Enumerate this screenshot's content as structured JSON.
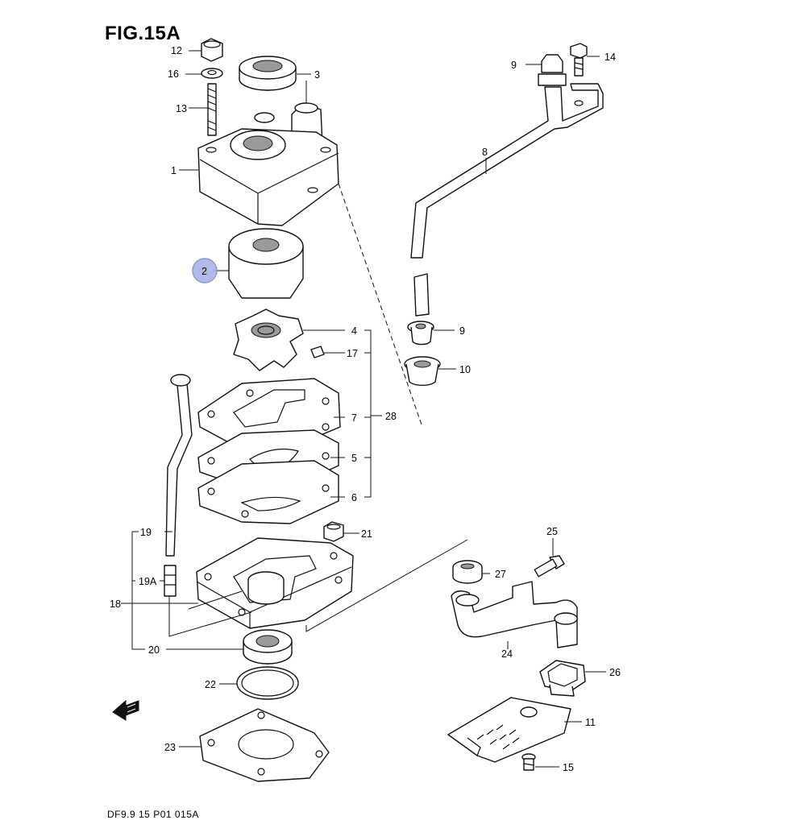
{
  "figure": {
    "title": "FIG.15A",
    "code": "DF9.9 15 P01 015A",
    "highlight_color": "#aab4e6"
  },
  "callouts": {
    "c1": "1",
    "c2": "2",
    "c3": "3",
    "c4": "4",
    "c5": "5",
    "c6": "6",
    "c7": "7",
    "c8": "8",
    "c9a": "9",
    "c9b": "9",
    "c10": "10",
    "c11": "11",
    "c12": "12",
    "c13": "13",
    "c14": "14",
    "c15": "15",
    "c16": "16",
    "c17": "17",
    "c18": "18",
    "c19": "19",
    "c19a": "19A",
    "c20": "20",
    "c21": "21",
    "c22": "22",
    "c23": "23",
    "c24": "24",
    "c25": "25",
    "c26": "26",
    "c27": "27",
    "c28": "28"
  },
  "icons": {
    "fwd_arrow": "fwd-arrow-icon"
  }
}
